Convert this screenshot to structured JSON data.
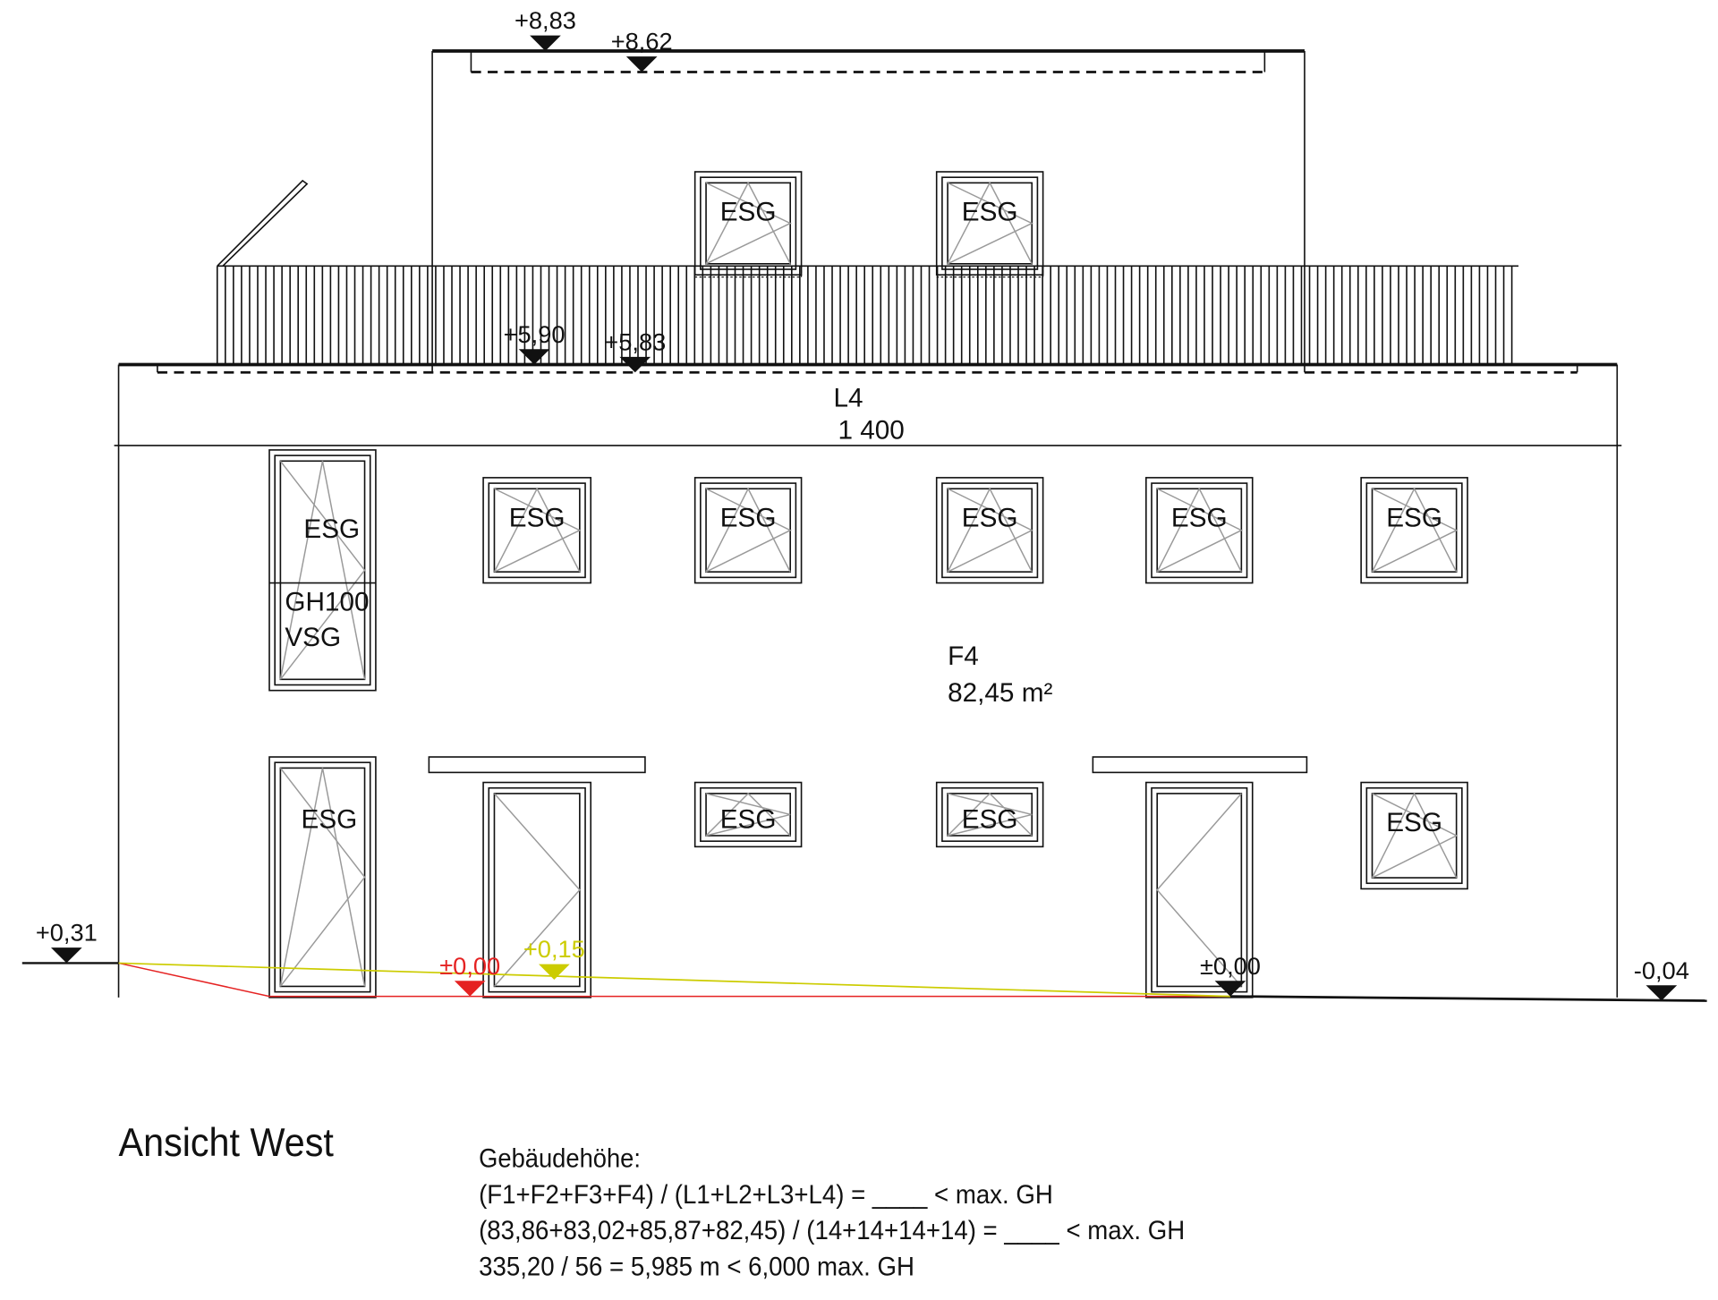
{
  "drawing": {
    "title": "Ansicht West",
    "levels": {
      "roof_top": "+8,83",
      "roof_inner": "+8,62",
      "terrace_top": "+5,90",
      "terrace_inner": "+5,83",
      "ground_left": "+0,31",
      "floor_red": "±0,00",
      "ground_yellow": "+0,15",
      "floor_right": "±0,00",
      "ground_right": "-0,04"
    },
    "dimension": {
      "label": "L4",
      "value": "1 400"
    },
    "area": {
      "label": "F4",
      "value": "82,45 m²"
    },
    "windows": {
      "top1": "ESG",
      "top2": "ESG",
      "u1": "ESG",
      "u1_mid": "GH100",
      "u1_low": "VSG",
      "u2": "ESG",
      "u3": "ESG",
      "u4": "ESG",
      "u5": "ESG",
      "u6": "ESG",
      "l1": "ESG",
      "l3": "ESG",
      "l4": "ESG",
      "l6": "ESG"
    },
    "colors": {
      "red_grade": "#e52222",
      "yellow_grade": "#cccc00",
      "line": "#111111"
    }
  },
  "calculation": {
    "heading": "Gebäudehöhe:",
    "line1": "(F1+F2+F3+F4) / (L1+L2+L3+L4) = ____ < max. GH",
    "line2": "(83,86+83,02+85,87+82,45) / (14+14+14+14) = ____ < max. GH",
    "line3": "335,20 / 56 = 5,985 m < 6,000 max. GH"
  }
}
